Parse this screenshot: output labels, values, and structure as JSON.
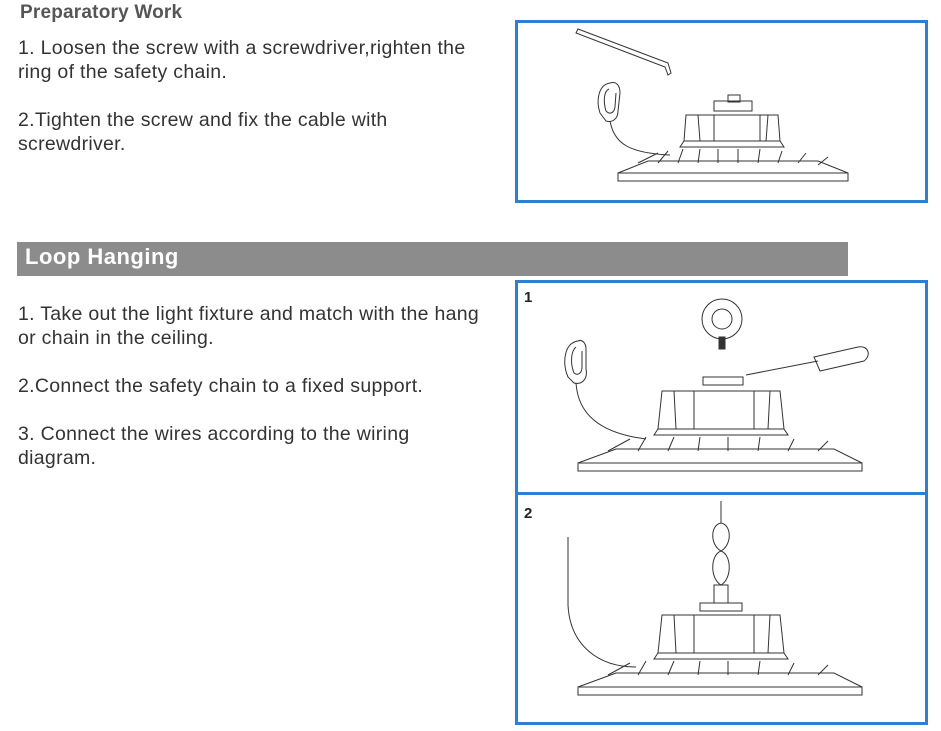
{
  "preparatory": {
    "title": "Preparatory Work",
    "step1": "1. Loosen the screw with a screwdriver,righten the ring of the safety chain.",
    "step2": "2.Tighten the screw and fix the cable with screwdriver."
  },
  "loop_hanging": {
    "title": "Loop Hanging",
    "step1": "1. Take out the light fixture and match with the hang or chain in the ceiling.",
    "step2": "2.Connect the  safety chain to a fixed support.",
    "step3": "3. Connect the wires according to the wiring diagram.",
    "figure1_label": "1",
    "figure2_label": "2"
  },
  "colors": {
    "frame_border": "#2f7fd0",
    "banner_bg": "#8c8c8c",
    "banner_text": "#ffffff"
  }
}
